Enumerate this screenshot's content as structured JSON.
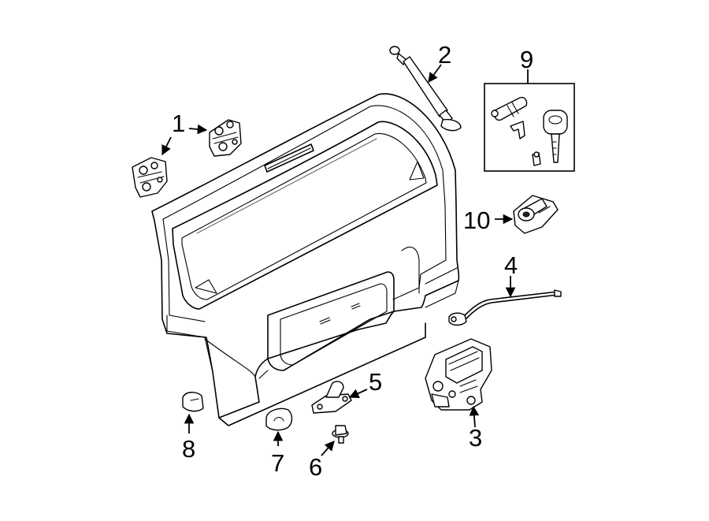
{
  "callouts": {
    "c1": "1",
    "c2": "2",
    "c3": "3",
    "c4": "4",
    "c5": "5",
    "c6": "6",
    "c7": "7",
    "c8": "8",
    "c9": "9",
    "c10": "10"
  },
  "parts": [
    {
      "id": "1",
      "name": "liftgate-hinge"
    },
    {
      "id": "2",
      "name": "lift-support-strut"
    },
    {
      "id": "3",
      "name": "liftgate-lock-actuator"
    },
    {
      "id": "4",
      "name": "release-cable"
    },
    {
      "id": "5",
      "name": "striker"
    },
    {
      "id": "6",
      "name": "bolt"
    },
    {
      "id": "7",
      "name": "bumper"
    },
    {
      "id": "8",
      "name": "bumper"
    },
    {
      "id": "9",
      "name": "lock-cylinder-key-kit"
    },
    {
      "id": "10",
      "name": "lock-cylinder"
    }
  ]
}
